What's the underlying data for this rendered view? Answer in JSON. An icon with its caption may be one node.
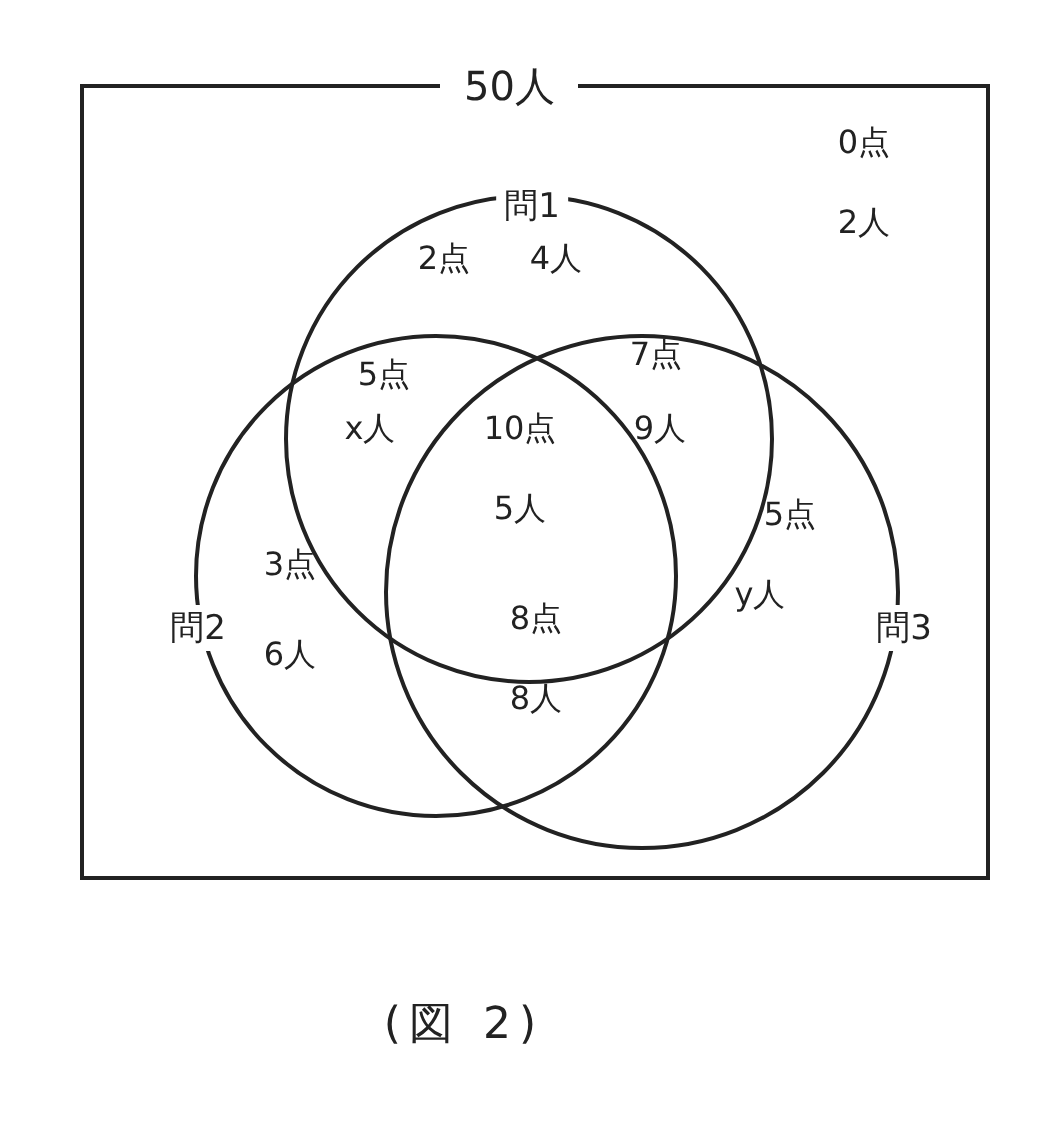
{
  "diagram": {
    "nodes": [
      {
        "text": [
          "50人"
        ]
      },
      {
        "text": [
          "問1"
        ],
        "in": 0
      },
      {
        "text": [
          "問2"
        ],
        "in": 0
      },
      {
        "text": [
          "問3"
        ],
        "in": 0
      }
    ],
    "labels": [
      "0点",
      "2人",
      "2点",
      "4人",
      "5点",
      "x人",
      "7点",
      "9人",
      "10点",
      "5人",
      "3点",
      "6人",
      "8点",
      "8人",
      "5点",
      "y人"
    ],
    "caption": "(図 2)"
  }
}
